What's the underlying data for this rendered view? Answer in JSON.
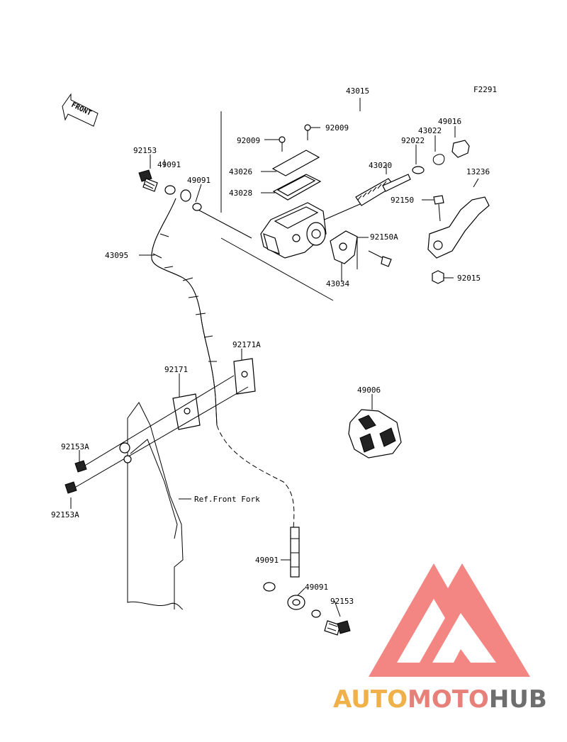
{
  "diagram": {
    "code": "F2291",
    "front_arrow_label": "FRONT",
    "note_front_fork": "Ref.Front Fork",
    "part_labels": {
      "p43015": "43015",
      "p92009a": "92009",
      "p92009b": "92009",
      "p49016": "49016",
      "p43022": "43022",
      "p92022": "92022",
      "p43026": "43026",
      "p43020": "43020",
      "p13236": "13236",
      "p43028": "43028",
      "p92150": "92150",
      "p92150A": "92150A",
      "p43034": "43034",
      "p92015": "92015",
      "p92153top": "92153",
      "p49091a": "49091",
      "p49091b": "49091",
      "p43095": "43095",
      "p92171A": "92171A",
      "p92171": "92171",
      "p49006": "49006",
      "p92153Aa": "92153A",
      "p92153Ab": "92153A",
      "p49091c": "49091",
      "p49091d": "49091",
      "p92153bot": "92153"
    }
  },
  "watermark": {
    "part1": "AUTO",
    "part2": "MOTO",
    "part3": "HUB",
    "colors": {
      "auto": "#f0b04a",
      "moto": "#e8807a",
      "hub": "#6e6e6e",
      "logo": "#f27a76"
    }
  }
}
